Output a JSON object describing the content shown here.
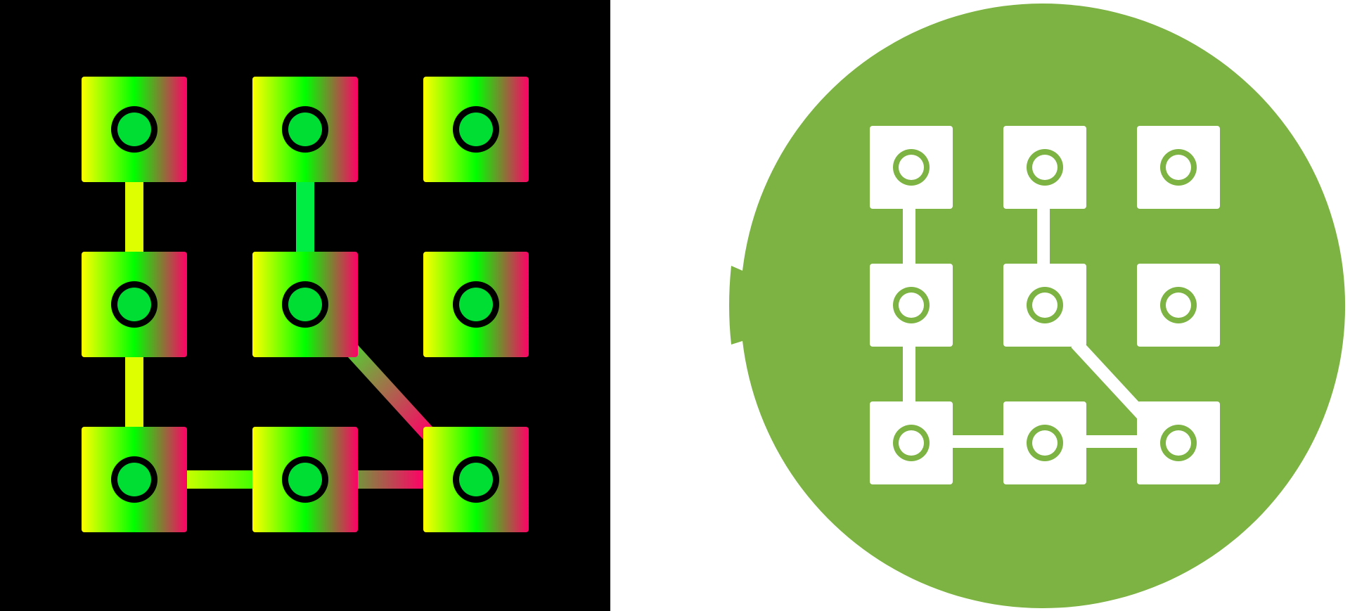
{
  "icons": [
    {
      "name": "unlock-pattern-gradient-icon",
      "style": "gradient-on-black",
      "background": "#000000",
      "gradient_colors": [
        "#ffff00",
        "#00ff00",
        "#ff0066"
      ],
      "node_dot_color": "#00dd33",
      "node_ring_color": "#000000"
    },
    {
      "name": "unlock-pattern-circle-icon",
      "style": "white-on-green-circle",
      "circle_color": "#7cb342",
      "node_color": "#ffffff",
      "ring_color": "#7cb342"
    }
  ],
  "pattern": {
    "grid": "3x3",
    "connections": [
      [
        "r1c1",
        "r2c1"
      ],
      [
        "r2c1",
        "r3c1"
      ],
      [
        "r1c2",
        "r2c2"
      ],
      [
        "r2c2",
        "r3c3"
      ],
      [
        "r3c1",
        "r3c2"
      ],
      [
        "r3c2",
        "r3c3"
      ]
    ]
  }
}
